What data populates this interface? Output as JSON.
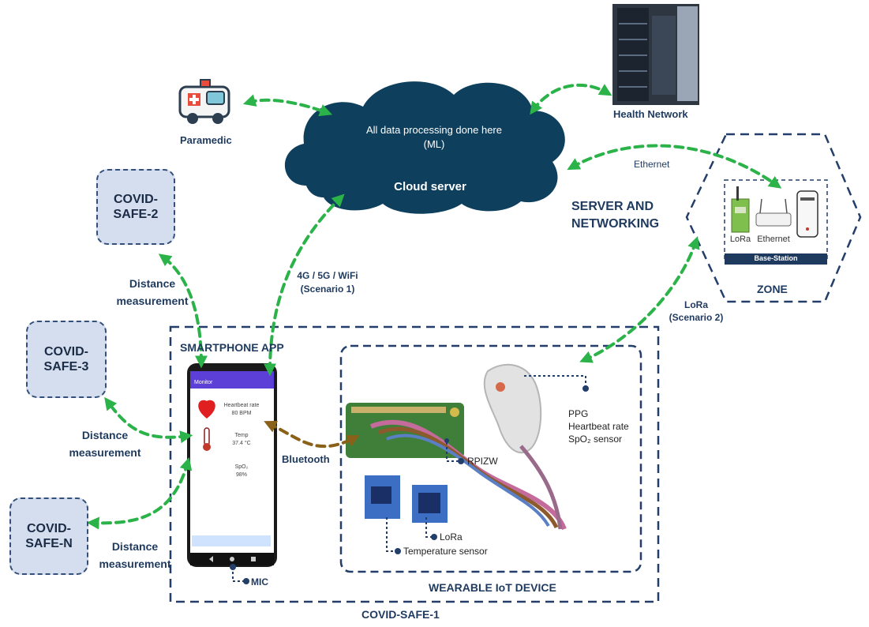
{
  "cloud": {
    "processing": "All data processing done here (ML)",
    "name": "Cloud server"
  },
  "paramedic": "Paramedic",
  "health_network": "Health Network",
  "ethernet_link": "Ethernet",
  "server_networking": "SERVER AND NETWORKING",
  "zone": {
    "name": "ZONE",
    "base_station": "Base-Station",
    "lora": "LoRa",
    "ethernet": "Ethernet"
  },
  "link_4g": "4G / 5G / WiFi (Scenario 1)",
  "link_lora": "LoRa (Scenario 2)",
  "nodes": {
    "covid_safe_2": "COVID-\nSAFE-2",
    "covid_safe_3": "COVID-\nSAFE-3",
    "covid_safe_n": "COVID-\nSAFE-N"
  },
  "distance": {
    "top": "Distance measurement",
    "mid": "Distance measurement",
    "bottom": "Distance measurement"
  },
  "smartphone_app": "SMARTPHONE APP",
  "phone": {
    "app_title": "Monitor",
    "heart_label": "Heartbeat rate",
    "heart_value": "80 BPM",
    "temp_label": "Temp",
    "temp_value": "37.4 °C",
    "spo2_label": "SpO₂",
    "spo2_value": "98%"
  },
  "bluetooth": "Bluetooth",
  "mic": "MIC",
  "wearable": {
    "rpizw": "RPIZW",
    "lora": "LoRa",
    "temp_sensor": "Temperature sensor",
    "ppg_1": "PPG",
    "ppg_2": "Heartbeat rate",
    "ppg_3": "SpO₂ sensor",
    "title": "WEARABLE IoT DEVICE"
  },
  "covid_safe_1": "COVID-SAFE-1",
  "colors": {
    "cloud": "#0e3f5c",
    "arrow_green": "#2bb34a",
    "arrow_brown": "#8a6119",
    "dash_navy": "#233f69",
    "node_fill": "#d5deef"
  }
}
